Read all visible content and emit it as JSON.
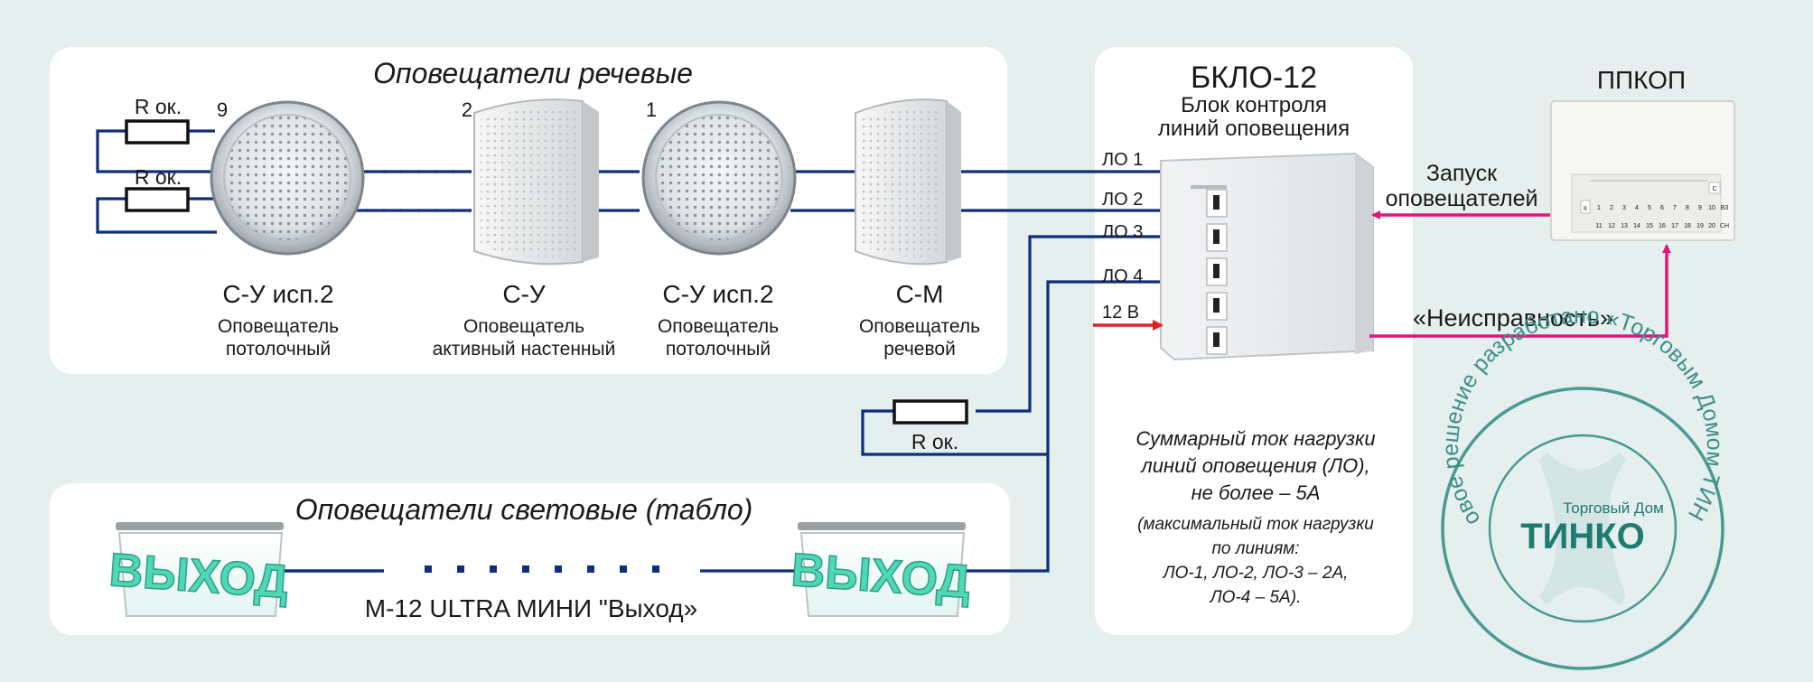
{
  "speech_panel": {
    "title": "Оповещатели речевые",
    "resistor_top": "R ок.",
    "resistor_bottom": "R ок.",
    "device_numbers": [
      "9",
      "2",
      "1"
    ],
    "devices": [
      {
        "model": "С-У исп.2",
        "desc1": "Оповещатель",
        "desc2": "потолочный"
      },
      {
        "model": "С-У",
        "desc1": "Оповещатель",
        "desc2": "активный настенный"
      },
      {
        "model": "С-У исп.2",
        "desc1": "Оповещатель",
        "desc2": "потолочный"
      },
      {
        "model": "С-М",
        "desc1": "Оповещатель",
        "desc2": "речевой"
      }
    ]
  },
  "light_panel": {
    "title": "Оповещатели световые (табло)",
    "caption": "М-12 ULTRA МИНИ \"Выход»",
    "sign_text": "ВЫХОД"
  },
  "bklo": {
    "title": "БКЛО-12",
    "subtitle1": "Блок контроля",
    "subtitle2": "линий оповещения",
    "lines": [
      "ЛО 1",
      "ЛО 2",
      "ЛО 3",
      "ЛО 4"
    ],
    "power": "12 В",
    "resistor": "R ок.",
    "note": [
      "Суммарный ток нагрузки",
      "линий оповещения (ЛО),",
      "не более – 5А",
      "(максимальный ток нагрузки",
      "по линиям:",
      "ЛО-1, ЛО-2, ЛО-3 – 2А,",
      "ЛО-4 – 5А)."
    ]
  },
  "ppkop": {
    "title": "ППКОП",
    "keys_row1": [
      "К",
      "1",
      "2",
      "3",
      "4",
      "5",
      "6",
      "7",
      "8",
      "9",
      "10",
      "ВЗ"
    ],
    "keys_row2": [
      "11",
      "12",
      "13",
      "14",
      "15",
      "16",
      "17",
      "18",
      "19",
      "20",
      "СН"
    ],
    "key_c": "С"
  },
  "signals": {
    "start1": "Запуск",
    "start2": "оповещателей",
    "fault": "«Неисправность»"
  },
  "stamp": {
    "ring_text": "Типовое решение разработано «Торговым Домом ТИНКО»",
    "brand_small": "Торговый Дом",
    "brand_big": "ТИНКО"
  },
  "colors": {
    "wire": "#0d2f7a",
    "signal": "#e0157f",
    "power": "#e02020",
    "stamp": "#4a9a93"
  }
}
